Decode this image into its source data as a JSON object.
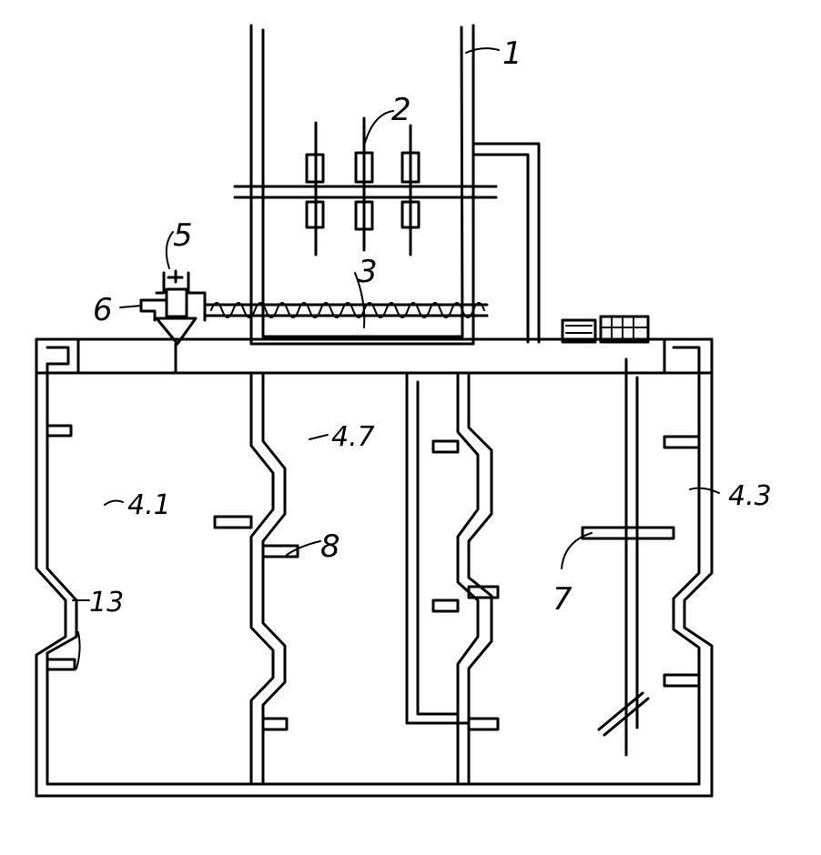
{
  "labels": {
    "hopper": "1",
    "crusher_blades": "2",
    "screw_conveyor": "3",
    "valve": "5",
    "outlet": "6",
    "agitator": "7",
    "baffle": "8",
    "chamber_first": "4.1",
    "chamber_middle": "4.7",
    "chamber_last": "4.3",
    "baffle_left": "13"
  }
}
